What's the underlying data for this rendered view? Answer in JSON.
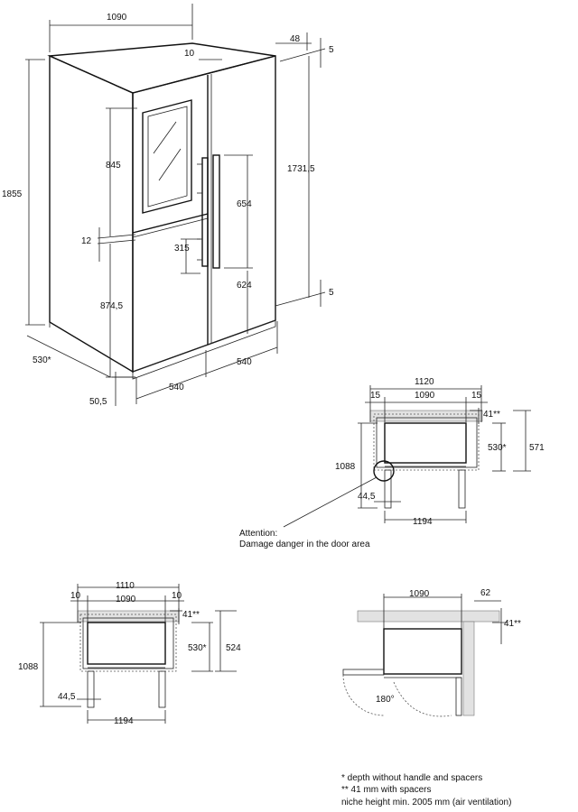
{
  "front_view": {
    "width_total": "1090",
    "door_gap": "10",
    "depth_top": "48",
    "gap_top": "5",
    "gap_bottom": "5",
    "height_total": "1855",
    "height_door": "1731,5",
    "upper_door": "845",
    "door_split_gap": "12",
    "lower_door": "874,5",
    "right_handle": "654",
    "lower_handle": "315",
    "right_lower": "624",
    "depth": "530*",
    "foot": "50,5",
    "left_width": "540",
    "right_width": "540"
  },
  "plan_top_right": {
    "outer_width": "1120",
    "side_left": "15",
    "side_right": "15",
    "inner_width": "1090",
    "spacer": "41**",
    "depth": "530*",
    "depth_total": "571",
    "door_open_depth": "1088",
    "hinge_offset": "44,5",
    "open_width": "1194"
  },
  "attention": {
    "line1": "Attention:",
    "line2": "Damage danger in the door area"
  },
  "plan_bottom_left": {
    "outer_width": "1110",
    "side_left": "10",
    "side_right": "10",
    "inner_width": "1090",
    "spacer": "41**",
    "depth": "530*",
    "depth_total": "524",
    "door_open_depth": "1088",
    "hinge_offset": "44,5",
    "open_width": "1194"
  },
  "plan_bottom_right": {
    "inner_width": "1090",
    "side_gap": "62",
    "spacer": "41**",
    "angle": "180°"
  },
  "footnotes": {
    "n1": "*  depth without handle and spacers",
    "n2": "** 41 mm with spacers",
    "n3": "niche height min. 2005 mm (air ventilation)"
  }
}
